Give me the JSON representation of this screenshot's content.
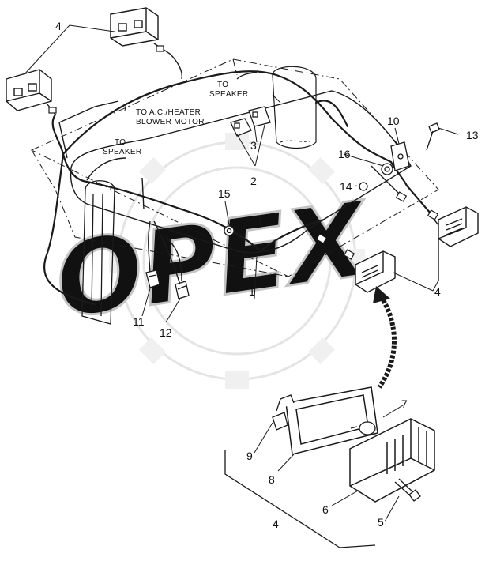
{
  "watermark": {
    "text": "OPEX"
  },
  "notes": {
    "to_speaker_top": [
      "TO",
      "SPEAKER"
    ],
    "to_ac_heater": [
      "TO A.C./HEATER",
      "BLOWER MOTOR"
    ],
    "to_speaker_left": [
      "TO",
      "SPEAKER"
    ]
  },
  "callouts": {
    "c1": "1",
    "c2": "2",
    "c3": "3",
    "c4_top": "4",
    "c4_right": "4",
    "c4_bottom": "4",
    "c5": "5",
    "c6": "6",
    "c7": "7",
    "c8": "8",
    "c9": "9",
    "c10": "10",
    "c11": "11",
    "c12": "12",
    "c13": "13",
    "c14": "14",
    "c15": "15",
    "c16": "16"
  },
  "colors": {
    "line": "#1a1a1a",
    "watermark": "#c8c8c8"
  }
}
